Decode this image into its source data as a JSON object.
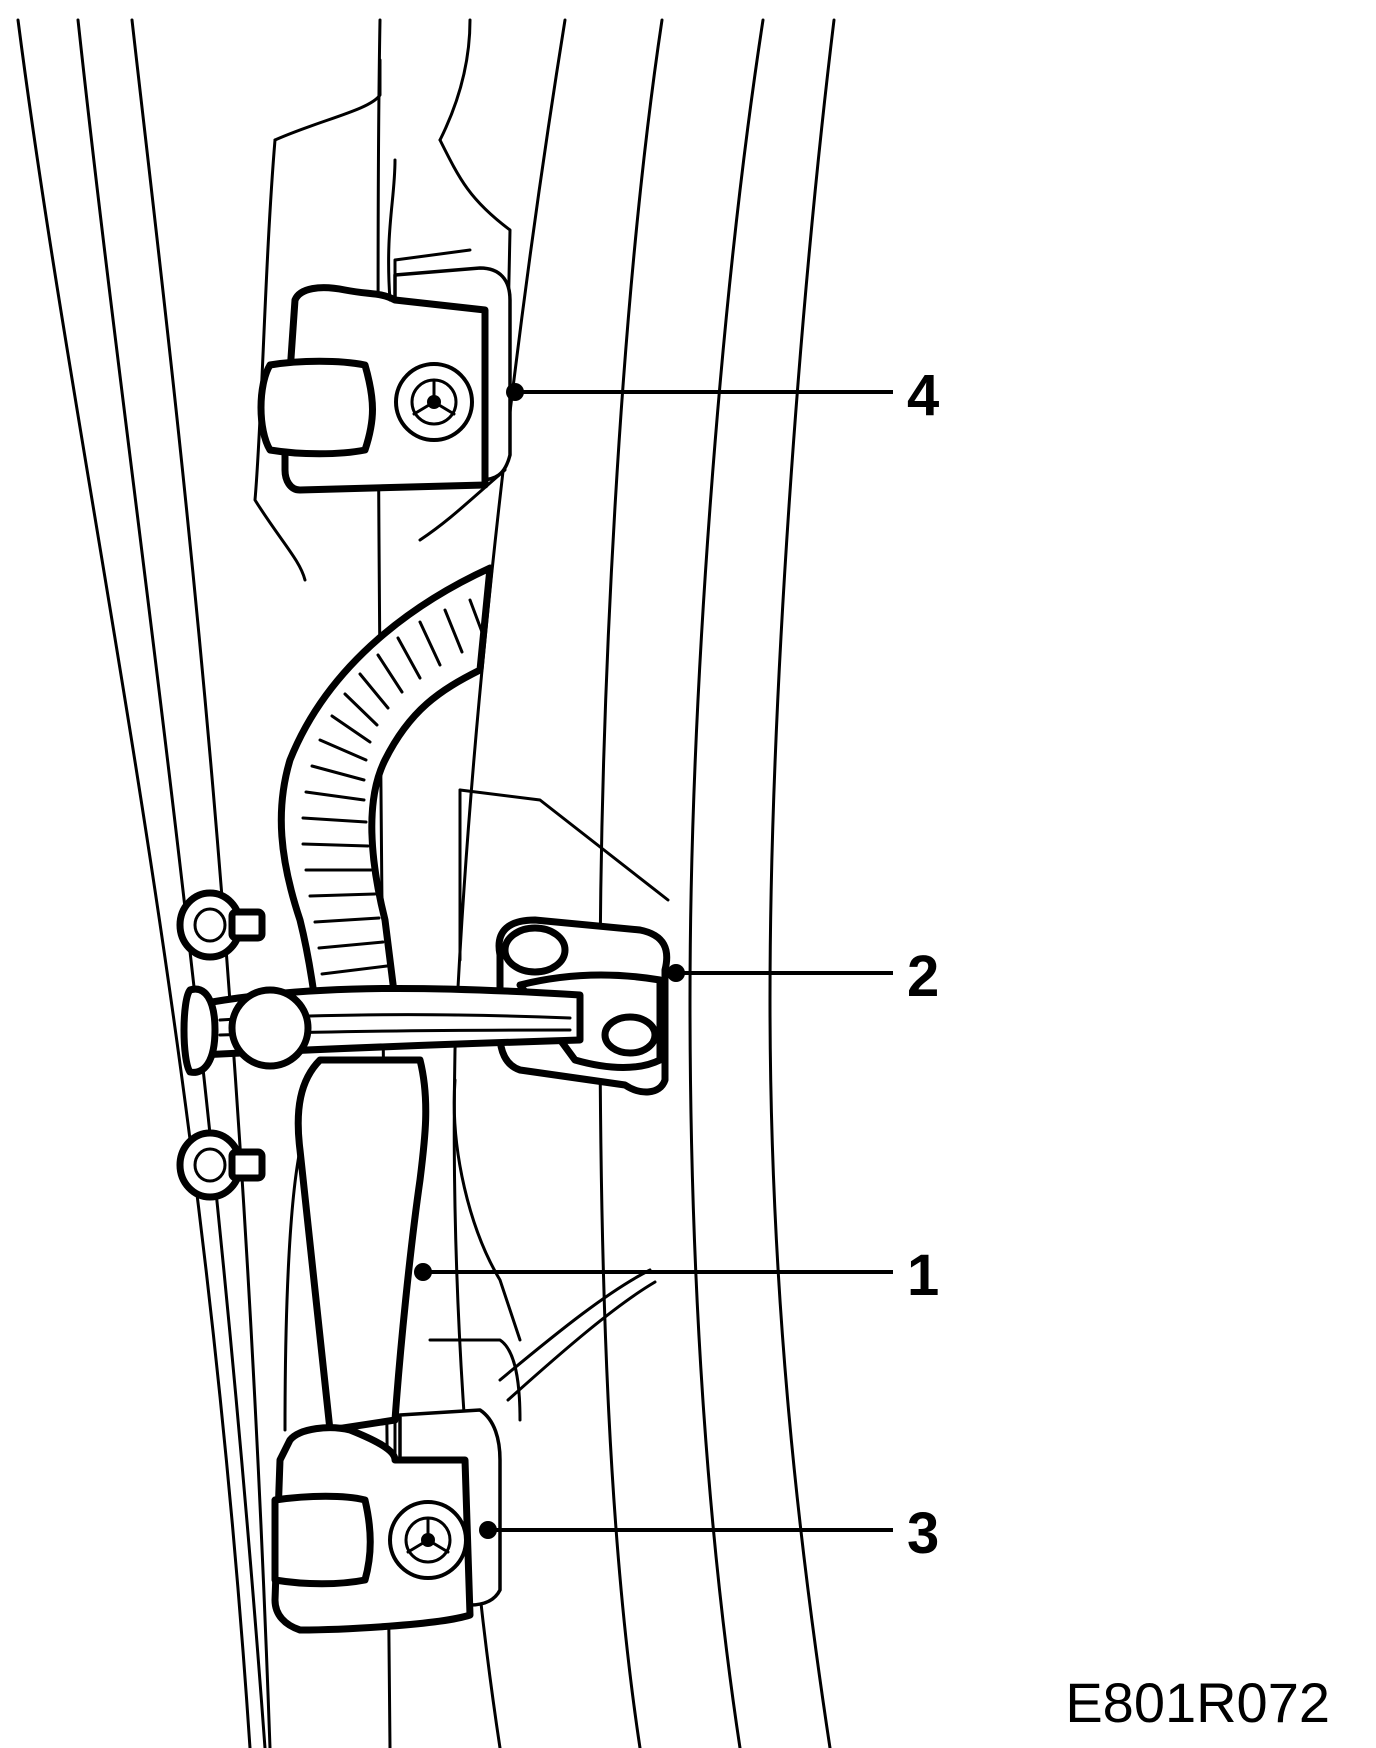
{
  "figure_code": "E801R072",
  "callouts": [
    {
      "id": "4",
      "label": "4"
    },
    {
      "id": "2",
      "label": "2"
    },
    {
      "id": "1",
      "label": "1"
    },
    {
      "id": "3",
      "label": "3"
    }
  ]
}
